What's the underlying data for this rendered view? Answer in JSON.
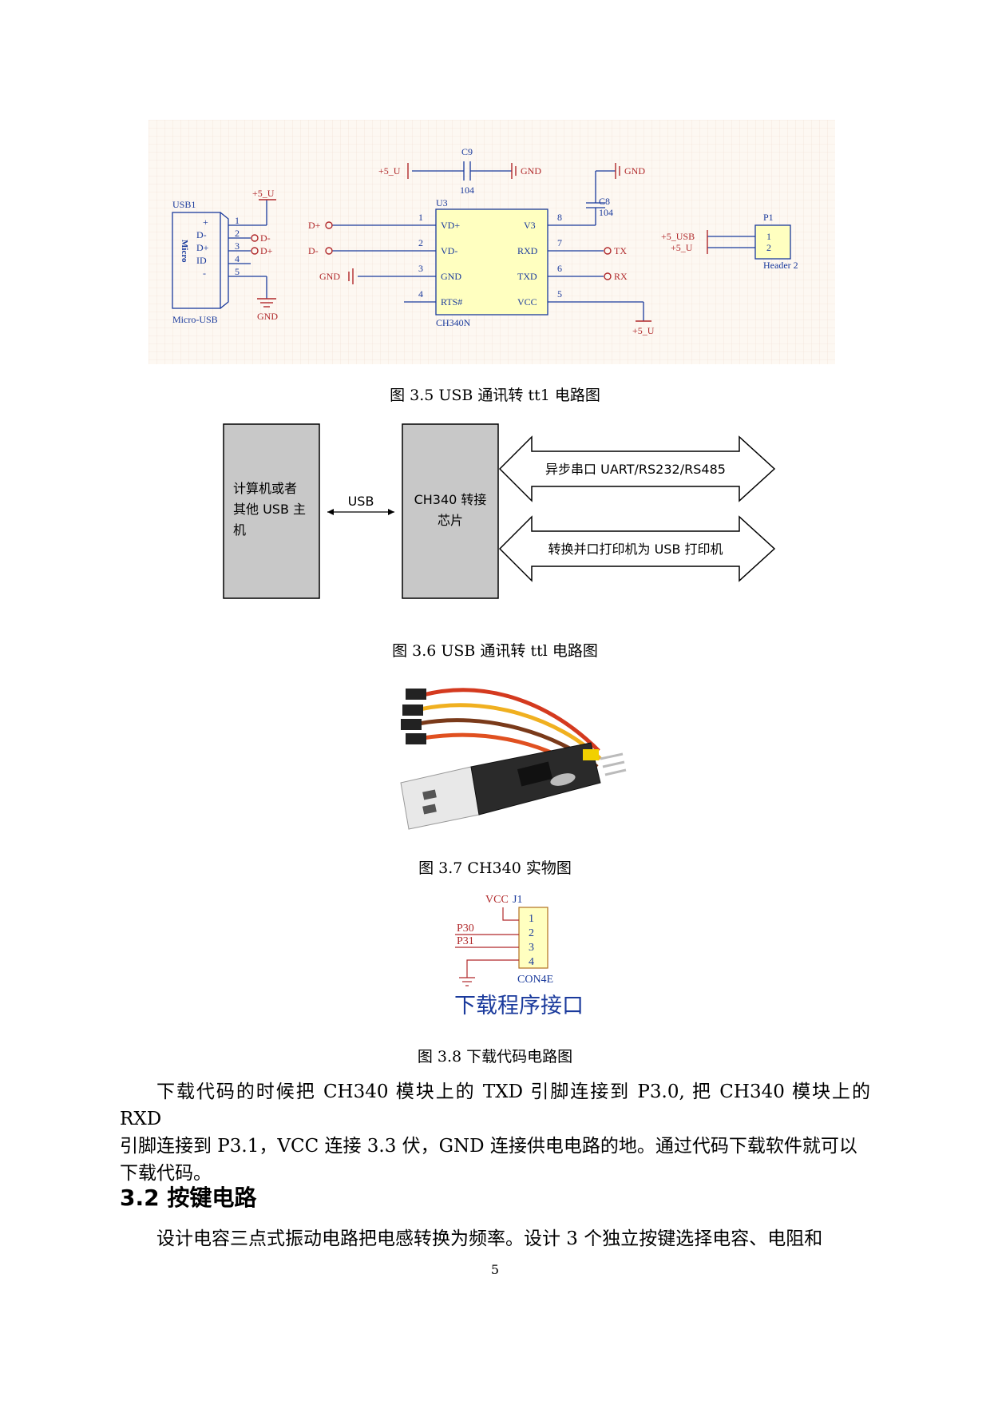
{
  "schematic": {
    "usb": {
      "ref": "USB1",
      "name": "Micro-USB",
      "body_text": "Micro",
      "pins": [
        "+",
        "D-",
        "D+",
        "ID",
        "-"
      ],
      "nums": [
        "1",
        "2",
        "3",
        "4",
        "5"
      ],
      "net_vcc": "+5_U",
      "net_dm": "D-",
      "net_dp": "D+",
      "gnd": "GND"
    },
    "chip": {
      "ref": "U3",
      "name": "CH340N",
      "left_pins": [
        "VD+",
        "VD-",
        "GND",
        "RTS#"
      ],
      "right_pins": [
        "V3",
        "RXD",
        "TXD",
        "VCC"
      ],
      "left_nums": [
        "1",
        "2",
        "3",
        "4"
      ],
      "right_nums": [
        "8",
        "7",
        "6",
        "5"
      ],
      "in_dp": "D+",
      "in_dm": "D-",
      "in_gnd": "GND",
      "out_tx": "TX",
      "out_rx": "RX",
      "vcc_net": "+5_U"
    },
    "c9": {
      "ref": "C9",
      "val": "104",
      "net": "+5_U",
      "gnd": "GND"
    },
    "c8": {
      "ref": "C8",
      "val": "104",
      "gnd": "GND"
    },
    "p1": {
      "ref": "P1",
      "name": "Header 2",
      "nets": [
        "+5_USB",
        "+5_U"
      ],
      "nums": [
        "1",
        "2"
      ]
    }
  },
  "fig35_caption": "图 3.5 USB 通讯转 tt1 电路图",
  "block_diagram": {
    "host": [
      "计算机或者",
      "其他 USB 主",
      "机"
    ],
    "link": "USB",
    "chip": [
      "CH340 转接",
      "芯片"
    ],
    "arrow1": "异步串口 UART/RS232/RS485",
    "arrow2": "转换并口打印机为 USB 打印机"
  },
  "fig36_caption": "图 3.6 USB 通讯转 ttl 电路图",
  "fig37_caption": "图 3.7 CH340 实物图",
  "download": {
    "vcc": "VCC",
    "ref": "J1",
    "p30": "P30",
    "p31": "P31",
    "nums": [
      "1",
      "2",
      "3",
      "4"
    ],
    "name": "CON4E",
    "title": "下载程序接口"
  },
  "fig38_caption": "图 3.8 下载代码电路图",
  "para1": [
    "下载代码的时候把 CH340 模块上的 TXD 引脚连接到 P3.0, 把 CH340 模块上的 RXD",
    "引脚连接到 P3.1，VCC 连接 3.3 伏，GND 连接供电电路的地。通过代码下载软件就可以",
    "下载代码。"
  ],
  "heading": "3.2 按键电路",
  "para2": "设计电容三点式振动电路把电感转换为频率。设计 3 个独立按键选择电容、电阻和",
  "page_number": "5",
  "colors": {
    "schem_blue": "#1a3a9c",
    "schem_red": "#b0282a",
    "chip_fill": "#ffffc0",
    "block_gray": "#c8c8c8"
  }
}
